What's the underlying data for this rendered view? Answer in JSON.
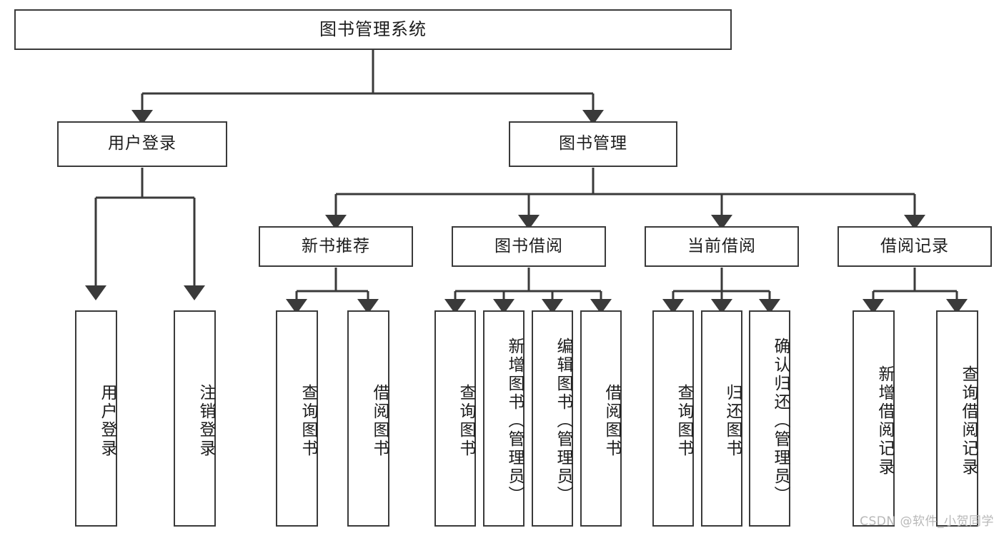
{
  "diagram": {
    "title": "图书管理系统",
    "type": "tree",
    "line_color": "#3a3a3a",
    "box_fill": "#ffffff",
    "text_color": "#1c1c1c",
    "levels": {
      "root": {
        "label": "图书管理系统"
      },
      "level2": [
        {
          "label": "用户登录"
        },
        {
          "label": "图书管理"
        }
      ],
      "level3": [
        {
          "label": "新书推荐"
        },
        {
          "label": "图书借阅"
        },
        {
          "label": "当前借阅"
        },
        {
          "label": "借阅记录"
        }
      ],
      "leaves": {
        "user_login": [
          {
            "label": "用户登录"
          },
          {
            "label": "注销登录"
          }
        ],
        "new_book_recommend": [
          {
            "label": "查询图书"
          },
          {
            "label": "借阅图书"
          }
        ],
        "book_borrow": [
          {
            "label": "查询图书"
          },
          {
            "label": "新增图书（管理员）"
          },
          {
            "label": "编辑图书（管理员）"
          },
          {
            "label": "借阅图书"
          }
        ],
        "current_borrow": [
          {
            "label": "查询图书"
          },
          {
            "label": "归还图书"
          },
          {
            "label": "确认归还（管理员）"
          }
        ],
        "borrow_record": [
          {
            "label": "新增借阅记录"
          },
          {
            "label": "查询借阅记录"
          }
        ]
      }
    }
  },
  "watermark": {
    "text": "CSDN @软件_小贺同学"
  }
}
